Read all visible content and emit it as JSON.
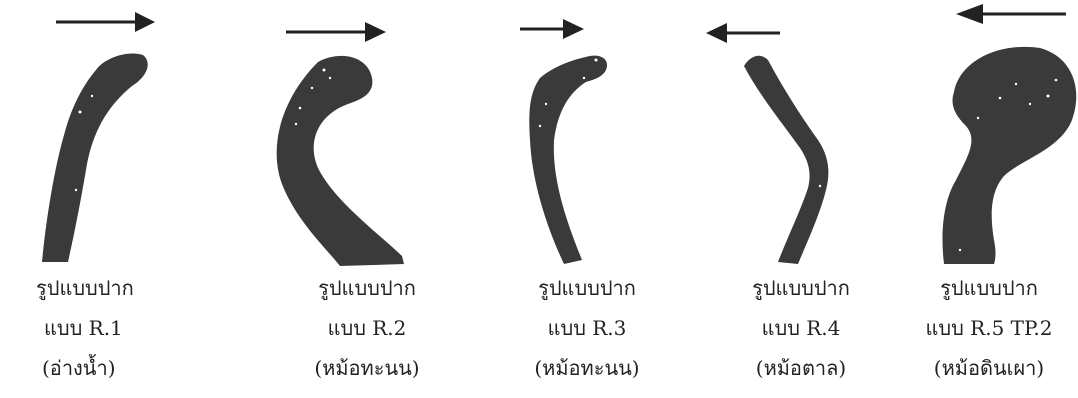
{
  "colors": {
    "shape": "#3a3a3a",
    "speck": "#ffffff",
    "text": "#222222"
  },
  "figures": [
    {
      "id": "R1",
      "direction": "right",
      "line1": "รูปแบบปาก",
      "line2": "แบบ R.1",
      "line3": "(อ่างน้ำ)"
    },
    {
      "id": "R2",
      "direction": "right",
      "line1": "รูปแบบปาก",
      "line2": "แบบ R.2",
      "line3": "(หม้อทะนน)"
    },
    {
      "id": "R3",
      "direction": "right",
      "line1": "รูปแบบปาก",
      "line2": "แบบ R.3",
      "line3": "(หม้อทะนน)"
    },
    {
      "id": "R4",
      "direction": "left",
      "line1": "รูปแบบปาก",
      "line2": "แบบ R.4",
      "line3": "(หม้อตาล)"
    },
    {
      "id": "R5",
      "direction": "left",
      "line1": "รูปแบบปาก",
      "line2": "แบบ R.5 TP.2",
      "line3": "(หม้อดินเผา)"
    }
  ]
}
